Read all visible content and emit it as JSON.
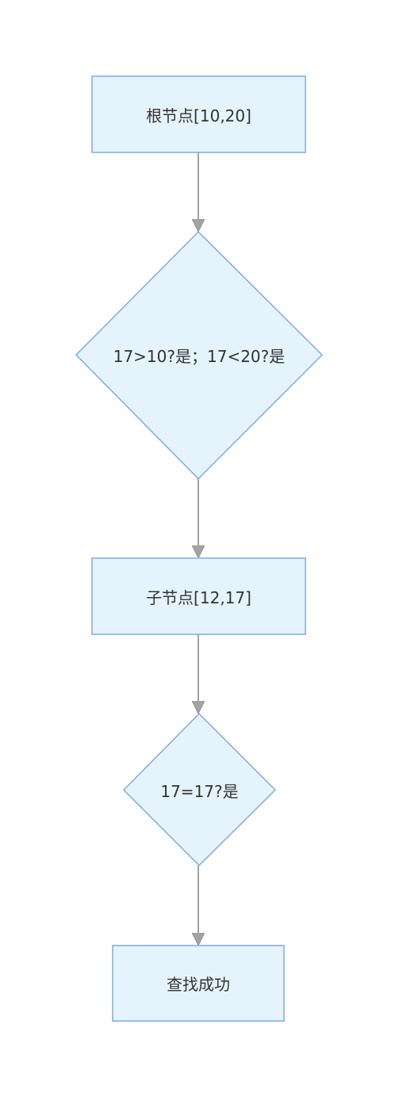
{
  "diagram": {
    "nodes": [
      {
        "id": "root",
        "shape": "rect",
        "label": "根节点[10,20]"
      },
      {
        "id": "check1",
        "shape": "diamond",
        "label": "17>10?是；17<20?是"
      },
      {
        "id": "child",
        "shape": "rect",
        "label": "子节点[12,17]"
      },
      {
        "id": "check2",
        "shape": "diamond",
        "label": "17=17?是"
      },
      {
        "id": "success",
        "shape": "rect",
        "label": "查找成功"
      }
    ],
    "edges": [
      {
        "from": "root",
        "to": "check1"
      },
      {
        "from": "check1",
        "to": "child"
      },
      {
        "from": "child",
        "to": "check2"
      },
      {
        "from": "check2",
        "to": "success"
      }
    ],
    "colors": {
      "node_fill": "#e5f4fc",
      "node_stroke": "#7ea9ea",
      "edge": "#a3a3a3",
      "text": "#333333"
    }
  }
}
